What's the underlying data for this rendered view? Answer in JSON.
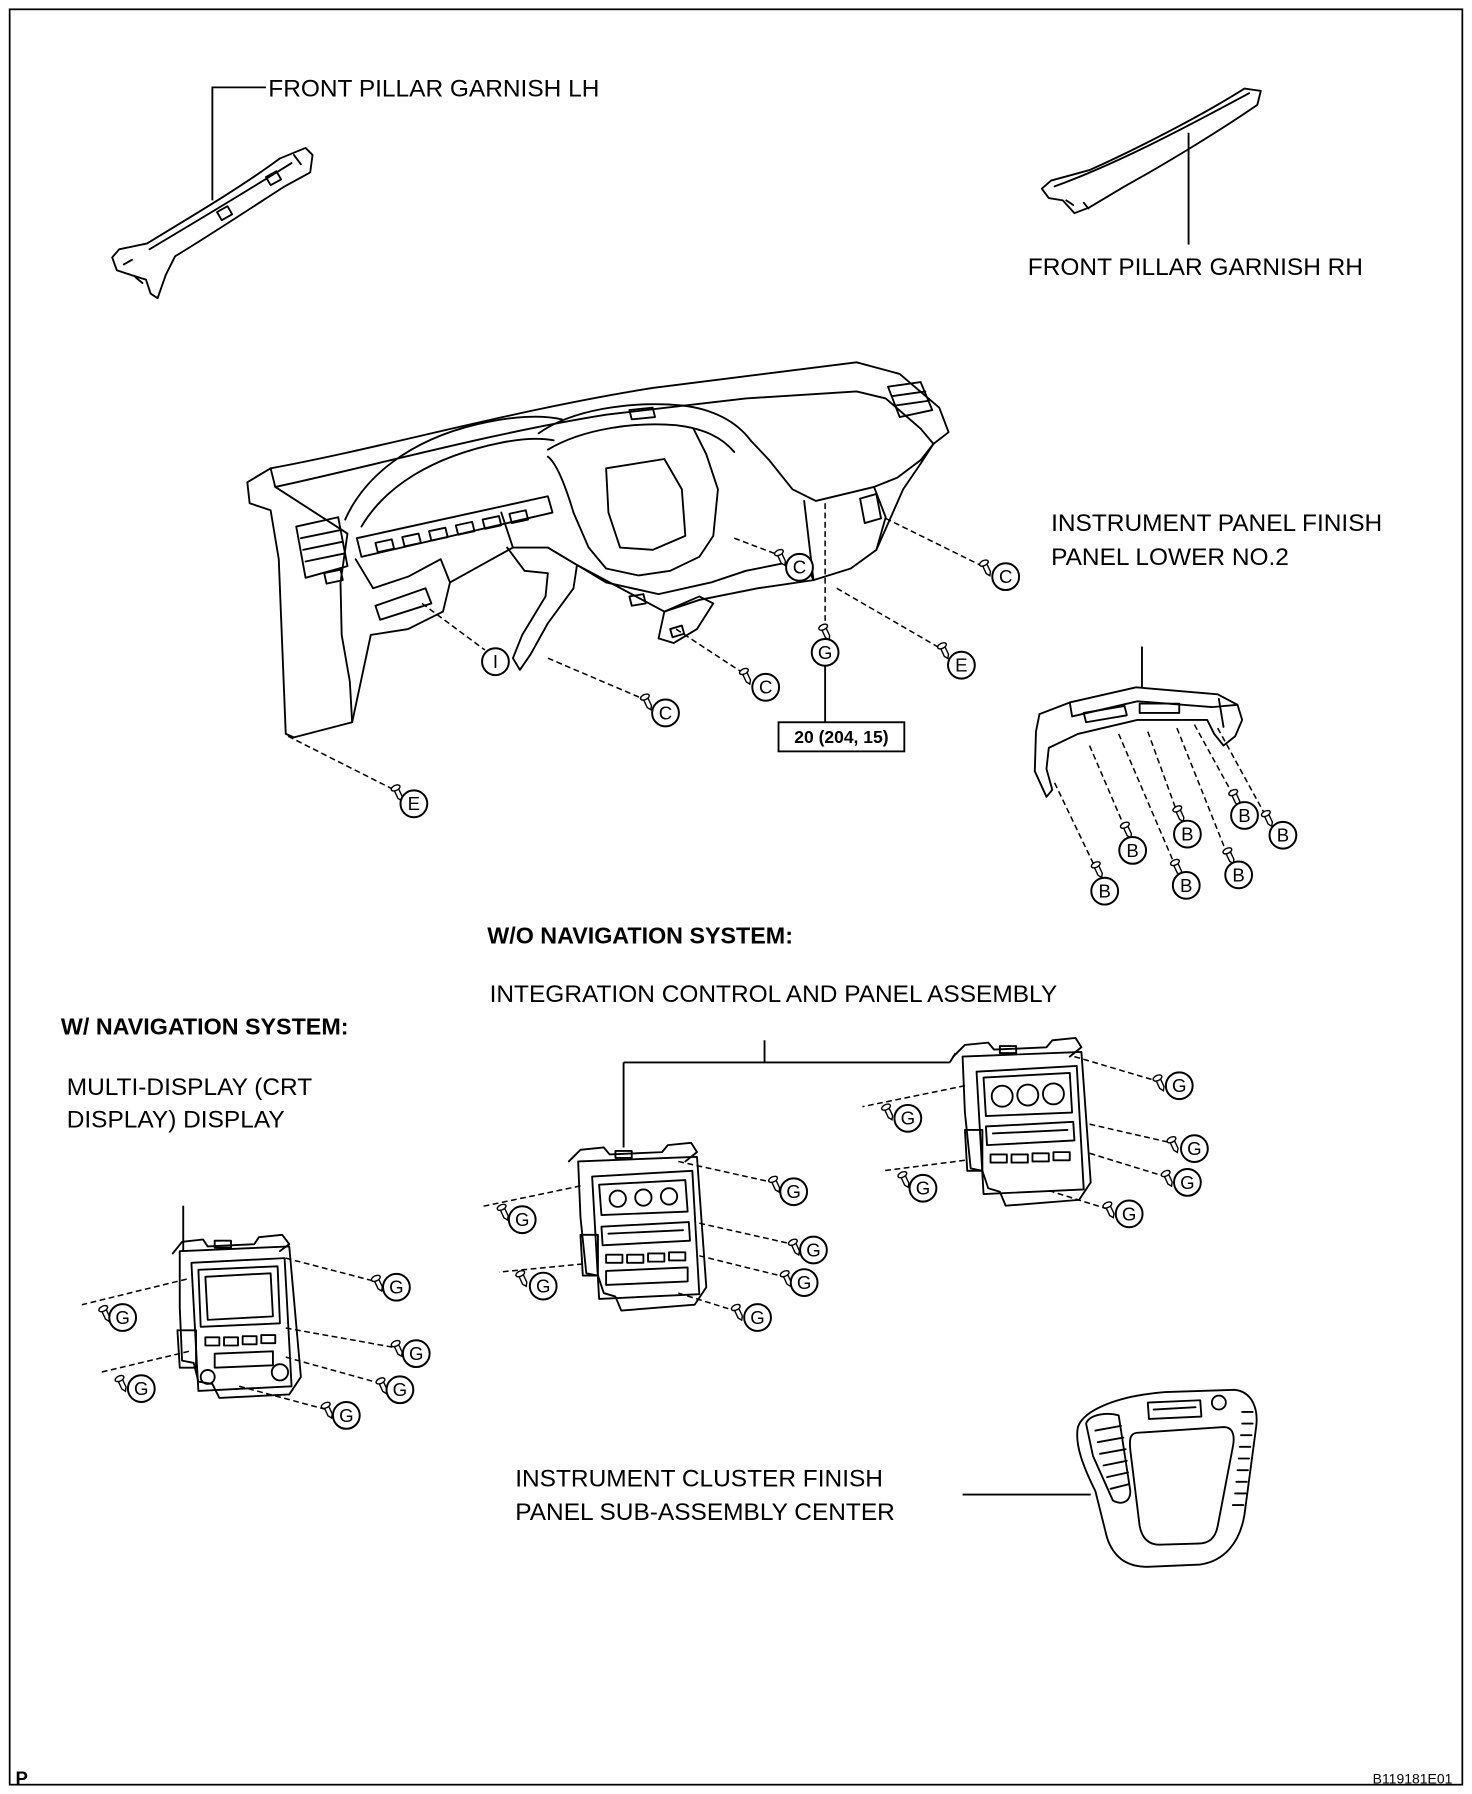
{
  "labels": {
    "front_pillar_lh": "FRONT PILLAR GARNISH LH",
    "front_pillar_rh": "FRONT PILLAR GARNISH RH",
    "ip_finish_lower_line1": "INSTRUMENT PANEL FINISH",
    "ip_finish_lower_line2": "PANEL LOWER NO.2",
    "wo_nav_heading": "W/O NAVIGATION SYSTEM:",
    "integration_control": "INTEGRATION CONTROL AND PANEL ASSEMBLY",
    "w_nav_heading": "W/ NAVIGATION SYSTEM:",
    "multi_display_line1": "MULTI-DISPLAY (CRT",
    "multi_display_line2": "DISPLAY) DISPLAY",
    "cluster_finish_line1": "INSTRUMENT CLUSTER FINISH",
    "cluster_finish_line2": "PANEL SUB-ASSEMBLY CENTER",
    "torque_spec": "20 (204, 15)",
    "page_mark": "P",
    "figure_code": "B119181E01"
  },
  "callouts": {
    "instrument_panel": [
      "C",
      "C",
      "G",
      "E",
      "C",
      "I",
      "C",
      "E"
    ],
    "finish_panel_lower_no2": [
      "B",
      "B",
      "B",
      "B",
      "B",
      "B",
      "B"
    ],
    "integration_panel_a": [
      "G",
      "G",
      "G",
      "G",
      "G",
      "G"
    ],
    "integration_panel_b": [
      "G",
      "G",
      "G",
      "G",
      "G",
      "G"
    ],
    "multi_display": [
      "G",
      "G",
      "G",
      "G",
      "G",
      "G"
    ]
  }
}
